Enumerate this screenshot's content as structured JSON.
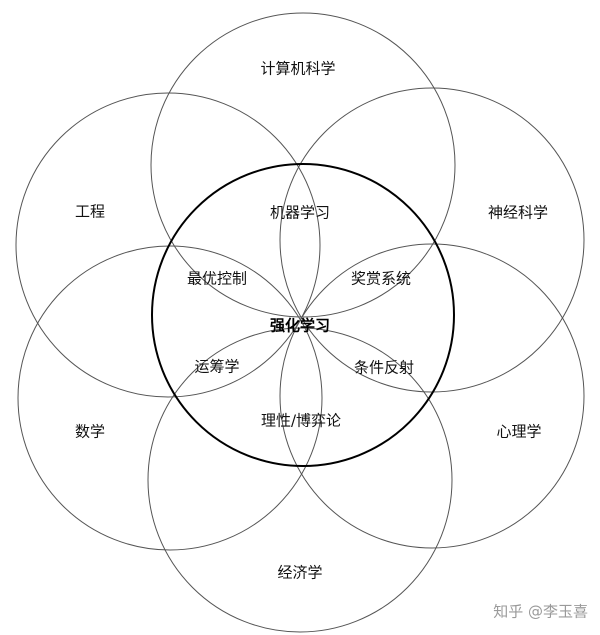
{
  "diagram": {
    "center": "强化学习",
    "outer_fields": {
      "top": "计算机科学",
      "upper_left": "工程",
      "upper_right": "神经科学",
      "lower_left": "数学",
      "lower_right": "心理学",
      "bottom": "经济学"
    },
    "overlaps": {
      "top": "机器学习",
      "upper_left": "最优控制",
      "upper_right": "奖赏系统",
      "lower_left": "运筹学",
      "lower_right": "条件反射",
      "bottom": "理性/博弈论"
    }
  },
  "watermark": "知乎 @李玉喜"
}
